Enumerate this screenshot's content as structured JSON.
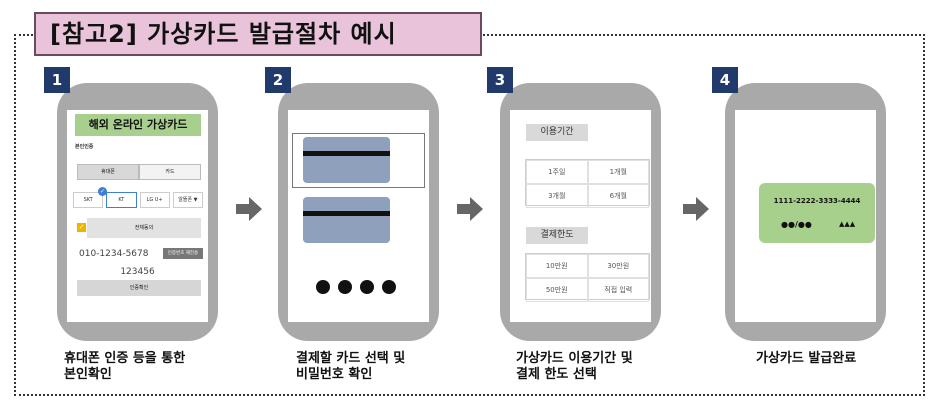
{
  "title": "[참고2] 가상카드 발급절차 예시",
  "steps": [
    {
      "number": "1",
      "caption_line1": "휴대폰 인증 등을 통한",
      "caption_line2": "본인확인"
    },
    {
      "number": "2",
      "caption_line1": "결제할 카드 선택 및",
      "caption_line2": "비밀번호 확인"
    },
    {
      "number": "3",
      "caption_line1": "가상카드 이용기간 및",
      "caption_line2": "결제 한도 선택"
    },
    {
      "number": "4",
      "caption_line1": "가상카드 발급완료",
      "caption_line2": ""
    }
  ],
  "screen1": {
    "header": "해외 온라인 가상카드",
    "section_label": "본인인증",
    "tabs": [
      "휴대폰",
      "카드"
    ],
    "carriers": [
      "SKT",
      "KT",
      "LG U+",
      "알뜰폰 ▼"
    ],
    "selected_carrier_mark": "✓",
    "agree_label": "전체동의",
    "check_mark": "✓",
    "phone_number": "010-1234-5678",
    "send_button": "인증번호 재전송",
    "auth_code": "123456",
    "confirm_button": "인증확인"
  },
  "screen3": {
    "period_label": "이용기간",
    "period_options": [
      "1주일",
      "1개월",
      "3개월",
      "6개월"
    ],
    "limit_label": "결제한도",
    "limit_options": [
      "10만원",
      "30만원",
      "50만원",
      "직접 입력"
    ]
  },
  "screen4": {
    "card_number": "1111-2222-3333-4444",
    "expiry": "●●/●●",
    "cvc": "▲▲▲"
  },
  "colors": {
    "title_bg": "#e8c3d9",
    "badge": "#1f3a6b",
    "phone_body": "#a9a9a9",
    "green_card": "#a8d08d",
    "blue_card": "#8fa0bc"
  }
}
